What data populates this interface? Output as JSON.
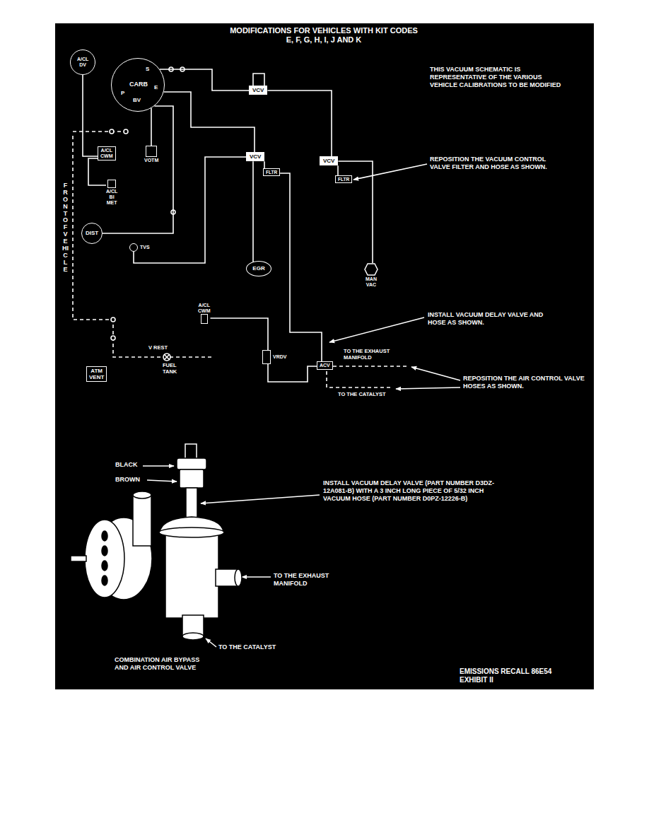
{
  "diagram": {
    "title": "MODIFICATIONS FOR VEHICLES WITH KIT CODES E, F, G, H, I, J AND K",
    "nodes": [
      {
        "text": [
          "A/CL DV"
        ]
      },
      {
        "text": [
          "CARB",
          "S",
          "E",
          "P",
          "BV"
        ]
      },
      {
        "text": [
          "VCV"
        ]
      },
      {
        "text": [
          "A/CL CWM"
        ]
      },
      {
        "text": [
          "VOTM"
        ]
      },
      {
        "text": [
          "VCV"
        ]
      },
      {
        "text": [
          "FLTR"
        ]
      },
      {
        "text": [
          "VCV"
        ]
      },
      {
        "text": [
          "FLTR"
        ]
      },
      {
        "text": [
          "A/CL BI MET"
        ]
      },
      {
        "text": [
          "DIST"
        ]
      },
      {
        "text": [
          "TVS"
        ]
      },
      {
        "text": [
          "EGR"
        ]
      },
      {
        "text": [
          "MAN VAC"
        ]
      },
      {
        "text": [
          "A/CL CWM"
        ]
      },
      {
        "text": [
          "VRDV"
        ]
      },
      {
        "text": [
          "ACV"
        ]
      },
      {
        "text": [
          "ATM VENT"
        ]
      }
    ],
    "edges": [
      {
        "from": 0,
        "to": 3,
        "arrow": "none"
      },
      {
        "from": 1,
        "to": 2,
        "arrow": "none"
      },
      {
        "from": 1,
        "to": 5,
        "arrow": "none"
      },
      {
        "from": 3,
        "to": 9,
        "arrow": "none"
      },
      {
        "from": 10,
        "to": 1,
        "arrow": "none"
      },
      {
        "from": 11,
        "to": 5,
        "arrow": "none"
      },
      {
        "from": 5,
        "to": 12,
        "arrow": "none"
      },
      {
        "from": 7,
        "to": 13,
        "arrow": "none"
      },
      {
        "from": 2,
        "to": 7,
        "arrow": "none"
      },
      {
        "from": 5,
        "to": 6,
        "arrow": "none"
      },
      {
        "from": 7,
        "to": 8,
        "arrow": "none"
      },
      {
        "from": 15,
        "to": 16,
        "arrow": "none"
      },
      {
        "from": 14,
        "to": 15,
        "arrow": "none"
      },
      {
        "from": 6,
        "to": 16,
        "arrow": "none"
      },
      {
        "from": 4,
        "to": 1,
        "arrow": "none"
      }
    ],
    "labels": [
      "THIS VACUUM SCHEMATIC IS REPRESENTATIVE OF THE VARIOUS VEHICLE CALIBRATIONS TO BE MODIFIED",
      "FRONT OF VEHICLE",
      "REPOSITION THE VACUUM CONTROL VALVE FILTER AND HOSE AS SHOWN.",
      "INSTALL VACUUM DELAY VALVE AND HOSE AS SHOWN.",
      "TO THE EXHAUST MANIFOLD",
      "REPOSITION THE AIR CONTROL VALVE HOSES AS SHOWN.",
      "V REST",
      "FUEL TANK",
      "TO THE CATALYST",
      "BLACK",
      "BROWN",
      "INSTALL VACUUM DELAY VALVE (PART NUMBER D3DZ-12A081-B) WITH A 3 INCH LONG PIECE OF 5/32 INCH VACUUM HOSE (PART NUMBER D0PZ-12226-B)",
      "TO THE EXHAUST MANIFOLD",
      "TO THE CATALYST",
      "COMBINATION AIR BYPASS AND AIR CONTROL VALVE",
      "EMISSIONS RECALL 86E54 EXHIBIT II"
    ]
  }
}
